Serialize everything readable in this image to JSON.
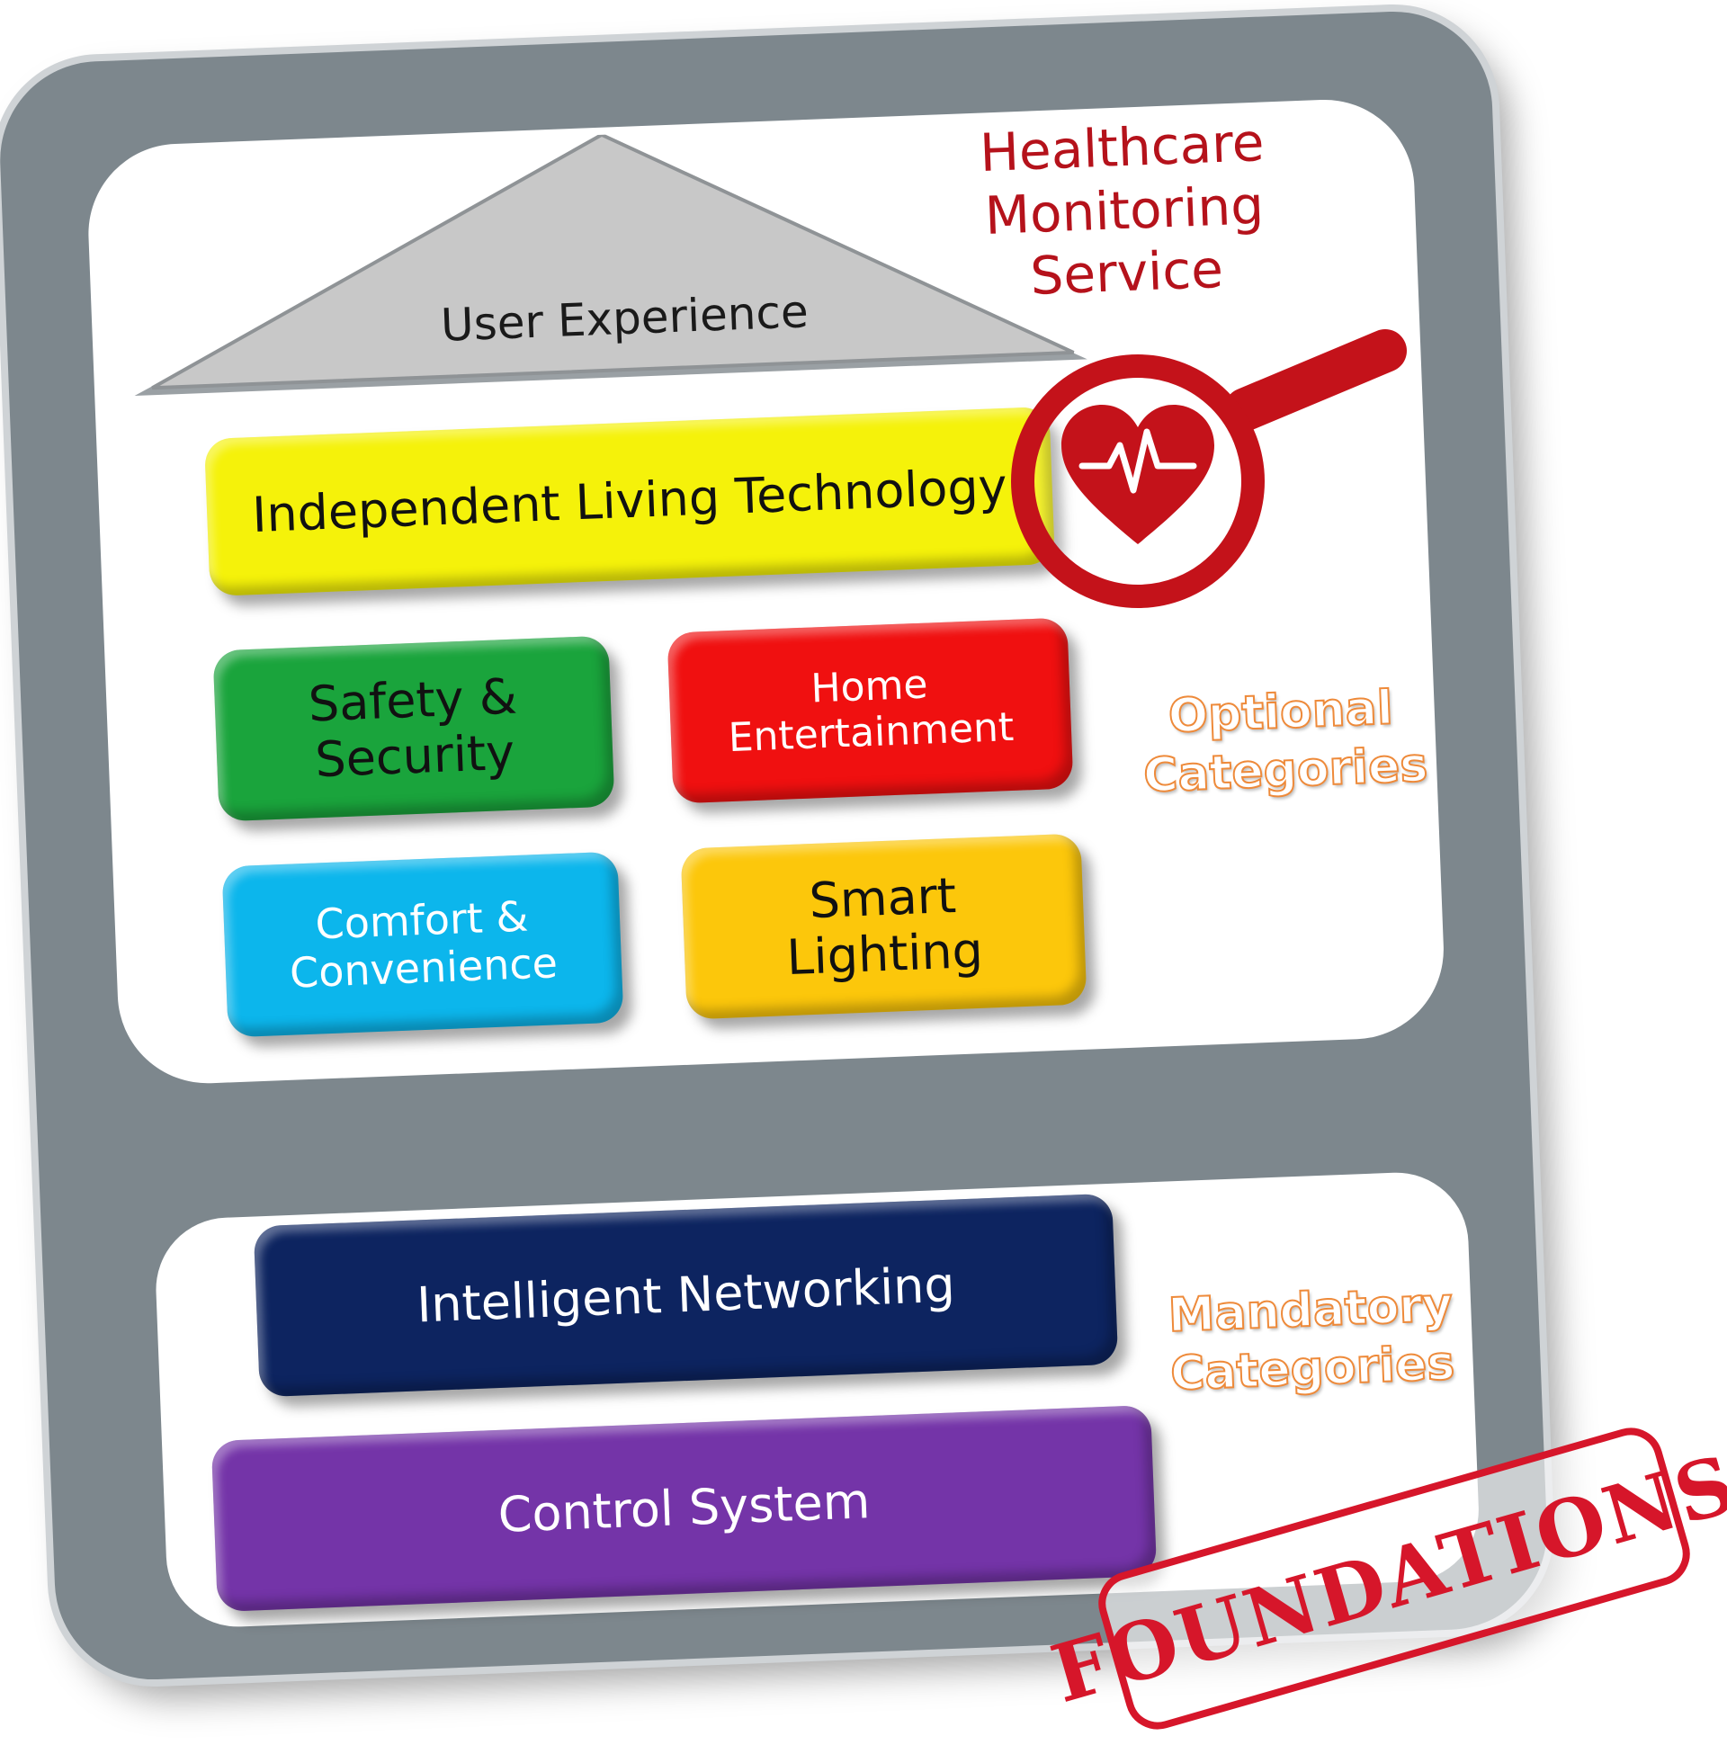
{
  "roof": {
    "label": "User Experience"
  },
  "healthcare": {
    "lines": [
      "Healthcare",
      "Monitoring",
      "Service"
    ]
  },
  "blocks": {
    "independent_living": [
      "Independent Living Technology"
    ],
    "safety": [
      "Safety &",
      "Security"
    ],
    "home_entertainment": [
      "Home",
      "Entertainment"
    ],
    "comfort": [
      "Comfort &",
      "Convenience"
    ],
    "smart_lighting": [
      "Smart",
      "Lighting"
    ],
    "intelligent_networking": [
      "Intelligent Networking"
    ],
    "control_system": [
      "Control System"
    ]
  },
  "categories": {
    "optional": [
      "Optional",
      "Categories"
    ],
    "mandatory": [
      "Mandatory",
      "Categories"
    ]
  },
  "stamp": {
    "label": "FOUNDATIONS"
  },
  "colors": {
    "frame": "#7d878d",
    "yellow": "#f5f20a",
    "green": "#1aa43c",
    "red": "#f01010",
    "cyan": "#0cb6ec",
    "amber": "#fcc70b",
    "navy": "#0d2460",
    "purple": "#7434a8",
    "health_red": "#b5121b",
    "category_orange": "#ee8a3a",
    "stamp_red": "#d6162a"
  },
  "icons": {
    "magnifier": "magnifying-glass-icon",
    "heart": "heartbeat-heart-icon"
  }
}
